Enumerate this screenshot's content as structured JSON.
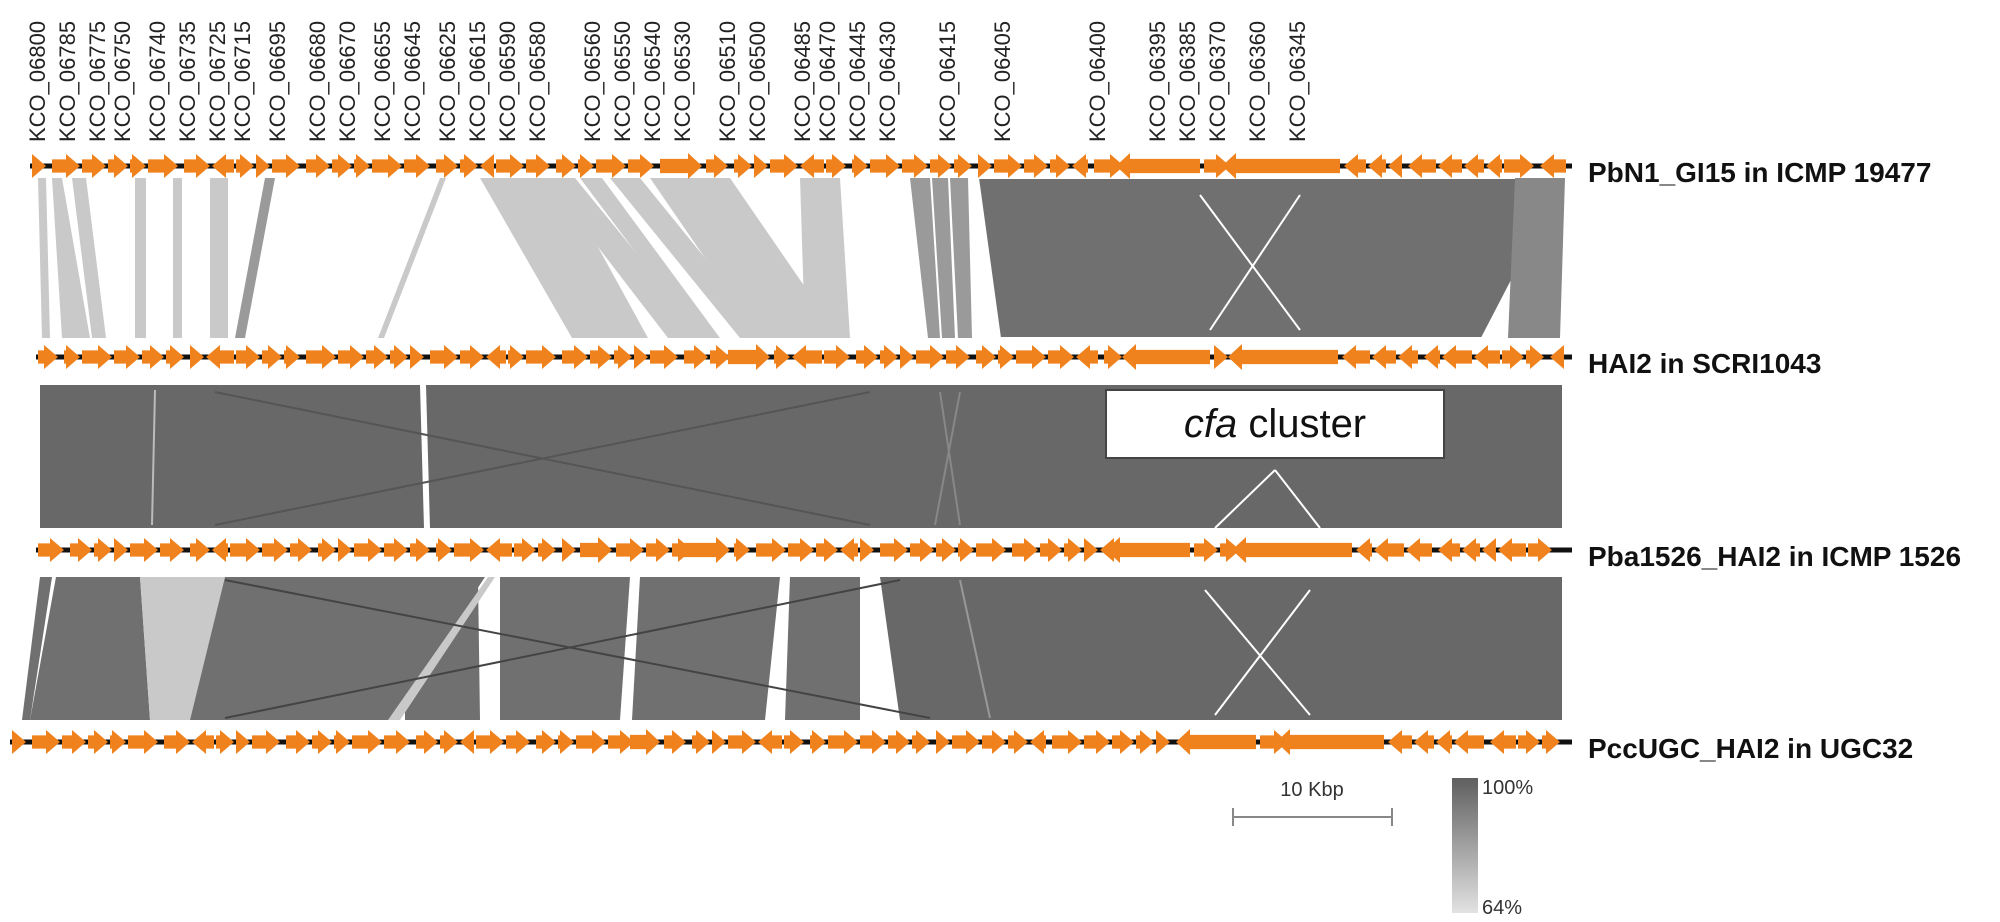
{
  "gene_labels": [
    "KCO_06800",
    "KCO_06785",
    "KCO_06775",
    "KCO_06750",
    "KCO_06740",
    "KCO_06735",
    "KCO_06725",
    "KCO_06715",
    "KCO_06695",
    "KCO_06680",
    "KCO_06670",
    "KCO_06655",
    "KCO_06645",
    "KCO_06625",
    "KCO_06615",
    "KCO_06590",
    "KCO_06580",
    "KCO_06560",
    "KCO_06550",
    "KCO_06540",
    "KCO_06530",
    "KCO_06510",
    "KCO_06500",
    "KCO_06485",
    "KCO_06470",
    "KCO_06445",
    "KCO_06430",
    "KCO_06415",
    "KCO_06405",
    "KCO_06400",
    "KCO_06395",
    "KCO_06385",
    "KCO_06370",
    "KCO_06360",
    "KCO_06345"
  ],
  "tracks": [
    {
      "name": "PbN1_GI15 in ICMP 19477"
    },
    {
      "name": "HAI2 in SCRI1043"
    },
    {
      "name": "Pba1526_HAI2 in ICMP 1526"
    },
    {
      "name": "PccUGC_HAI2 in UGC32"
    }
  ],
  "cluster_box": {
    "italic": "cfa",
    "rest": " cluster"
  },
  "scale_bar": {
    "label": "10 Kbp"
  },
  "identity_legend": {
    "max_label": "100%",
    "min_label": "64%"
  },
  "colors": {
    "gene": "#f0821e",
    "backbone": "#111111",
    "high_identity": "#666666",
    "low_identity": "#d0d0d0"
  }
}
